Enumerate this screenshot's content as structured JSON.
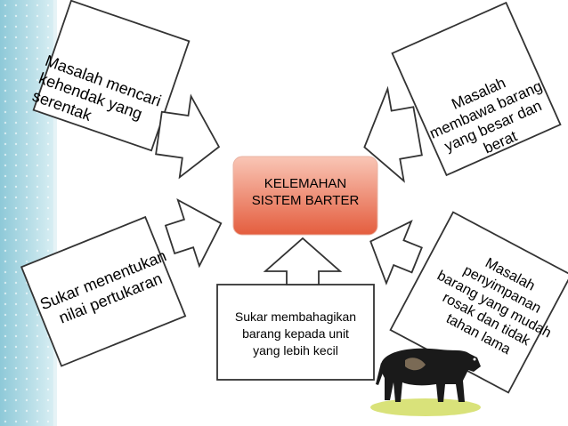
{
  "center": {
    "title": "KELEMAHAN\nSISTEM BARTER"
  },
  "callouts": {
    "top_left": "Masalah mencari\nkehendak yang\nserentak",
    "top_right": "Masalah\nmembawa barang\nyang besar dan\nberat",
    "middle_left": "Sukar menentukan\nnilai pertukaran",
    "bottom_center": "Sukar membahagikan\nbarang kepada unit\nyang lebih kecil",
    "bottom_right": "Masalah\npenyimpanan\nbarang yang mudah\nrosak dan tidak\ntahan lama"
  },
  "icons": {
    "animal": "cow-icon"
  },
  "colors": {
    "center_fill_top": "#f7b7a4",
    "center_fill_bottom": "#e8664a",
    "stroke": "#333333",
    "sidebar": "#b9dde6",
    "ground": "#d9e27a"
  }
}
